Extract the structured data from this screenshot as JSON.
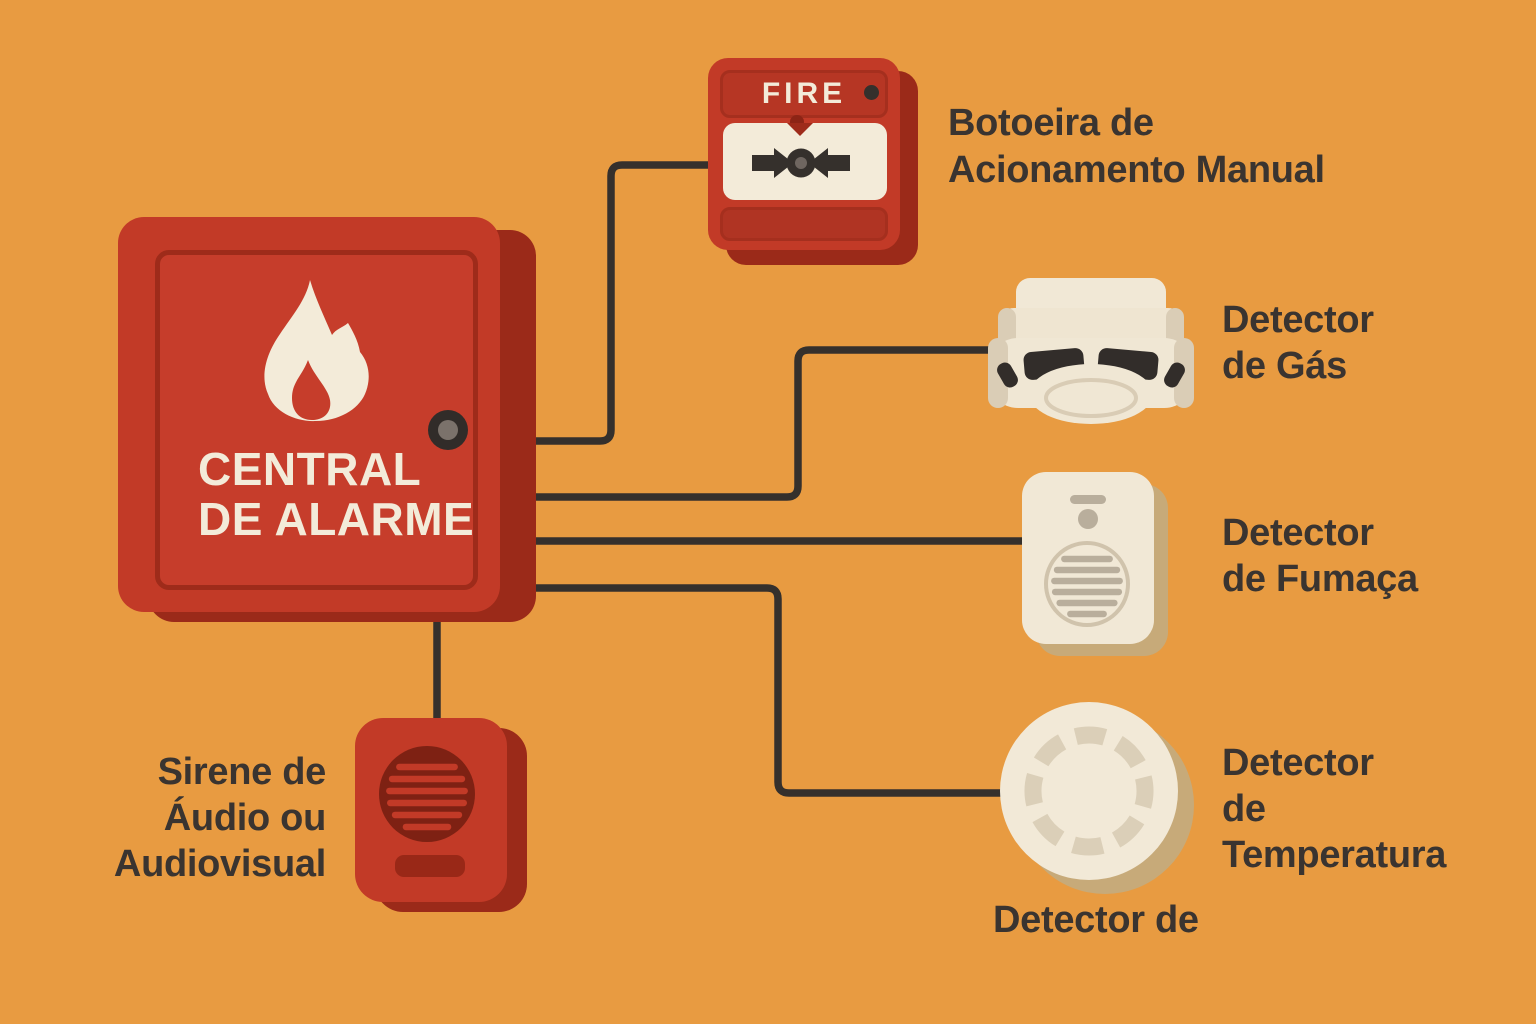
{
  "colors": {
    "background": "#E89B41",
    "red": "#C23A27",
    "red_dark": "#9B2A19",
    "cream": "#F3EBD9",
    "device_cream": "#F1E8D6",
    "device_shade": "#DACDB6",
    "drop_shadow_tan": "#C7AA79",
    "wire": "#35302C",
    "caption_text": "#3A3430"
  },
  "central_panel": {
    "title_line1": "CENTRAL",
    "title_line2": "DE ALARME"
  },
  "call_point": {
    "button_label": "FIRE",
    "label_line1": "Botoeira de",
    "label_line2": "Acionamento Manual"
  },
  "gas_detector": {
    "label_line1": "Detector",
    "label_line2": "de Gás"
  },
  "smoke_detector": {
    "label_line1": "Detector",
    "label_line2": "de Fumaça"
  },
  "temperature_detector": {
    "label_line1": "Detector",
    "label_line2": "de",
    "label_line3": "Temperatura"
  },
  "siren": {
    "label_line1": "Sirene de",
    "label_line2": "Áudio ou",
    "label_line3": "Audiovisual"
  },
  "partial_label": {
    "text": "Detector de"
  }
}
